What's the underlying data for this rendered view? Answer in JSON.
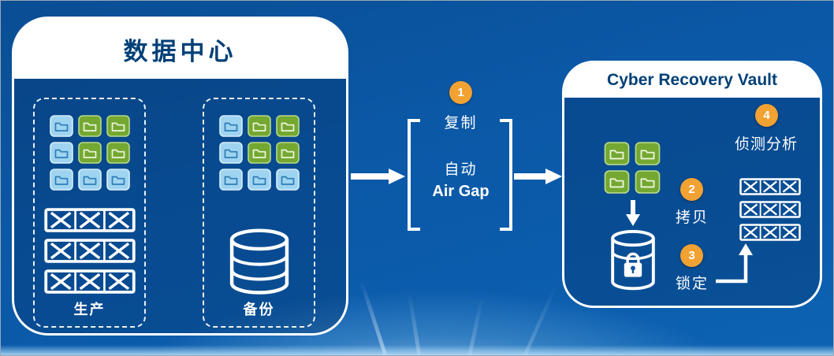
{
  "colors": {
    "background_blue": "#0B58A6",
    "orange": "#F2A233",
    "title_blue": "#004077",
    "white": "#FFFFFF",
    "folder_blue_fill": "#9FD4F0",
    "folder_blue_border": "#D6EEFB",
    "folder_blue_glyph": "#2E7CB8",
    "folder_green_fill": "#74A832",
    "folder_green_border": "#B9D98A",
    "folder_green_glyph": "#EDF5DC"
  },
  "datacenter": {
    "title": "数据中心",
    "production": {
      "label": "生产",
      "folder_grid": [
        [
          "blue",
          "green",
          "green"
        ],
        [
          "blue",
          "green",
          "green"
        ],
        [
          "blue",
          "blue",
          "blue"
        ]
      ],
      "tape_count": 3
    },
    "backup": {
      "label": "备份",
      "folder_grid": [
        [
          "blue",
          "green",
          "green"
        ],
        [
          "blue",
          "green",
          "green"
        ],
        [
          "blue",
          "blue",
          "blue"
        ]
      ]
    }
  },
  "flow": {
    "step1": {
      "number": "1",
      "label": "复制"
    },
    "auto_label": "自动",
    "airgap_label": "Air Gap"
  },
  "vault": {
    "title": "Cyber Recovery Vault",
    "folder_grid": [
      [
        "green",
        "green"
      ],
      [
        "green",
        "green"
      ]
    ],
    "step2": {
      "number": "2",
      "label": "拷贝"
    },
    "step3": {
      "number": "3",
      "label": "锁定"
    },
    "step4": {
      "number": "4",
      "label": "侦测分析"
    },
    "tape_count": 3
  }
}
